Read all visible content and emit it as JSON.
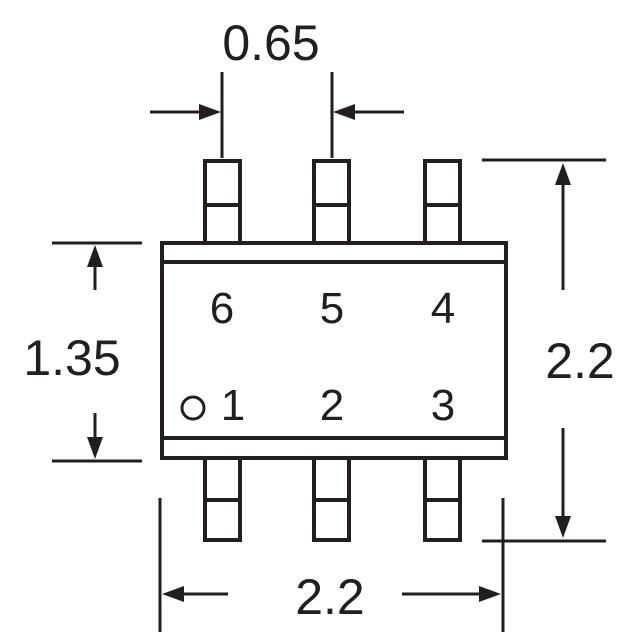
{
  "diagram": {
    "dimensions": {
      "pin_pitch": "0.65",
      "body_width": "1.35",
      "overall_height": "2.2",
      "body_length": "2.2"
    },
    "pins": {
      "top_row": [
        "6",
        "5",
        "4"
      ],
      "bottom_row": [
        "1",
        "2",
        "3"
      ]
    },
    "colors": {
      "line": "#231f20",
      "background": "#ffffff"
    }
  }
}
